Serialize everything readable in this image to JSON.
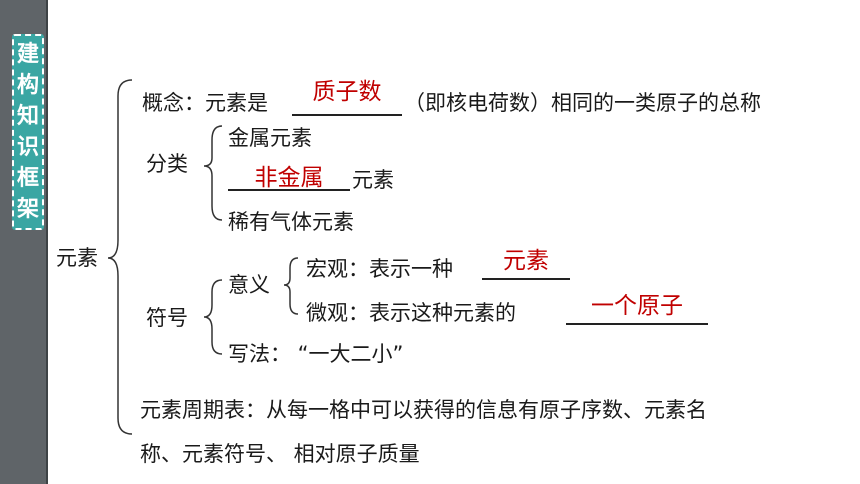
{
  "sidebar": {
    "title_chars": [
      "建",
      "构",
      "知",
      "识",
      "框",
      "架"
    ]
  },
  "root": {
    "label": "元素"
  },
  "concept": {
    "prefix": "概念：元素是",
    "answer": "质子数",
    "suffix": "（即核电荷数）相同的一类原子的总称"
  },
  "classification": {
    "label": "分类",
    "items": {
      "metal": "金属元素",
      "nonmetal_answer": "非金属",
      "nonmetal_suffix": "元素",
      "noble": "稀有气体元素"
    }
  },
  "symbol": {
    "label": "符号",
    "meaning": {
      "label": "意义",
      "macro_prefix": "宏观：表示一种",
      "macro_answer": "元素",
      "micro_prefix": "微观：表示这种元素的",
      "micro_answer": "一个原子"
    },
    "writing": {
      "text": "写法：  “一大二小”"
    }
  },
  "periodic_table": {
    "line1": "元素周期表：从每一格中可以获得的信息有原子序数、元素名",
    "line2": "称、元素符号、 相对原子质量"
  },
  "colors": {
    "answer": "#c00000",
    "tab": "#3aa6a3",
    "sidebar": "#5f6468"
  }
}
